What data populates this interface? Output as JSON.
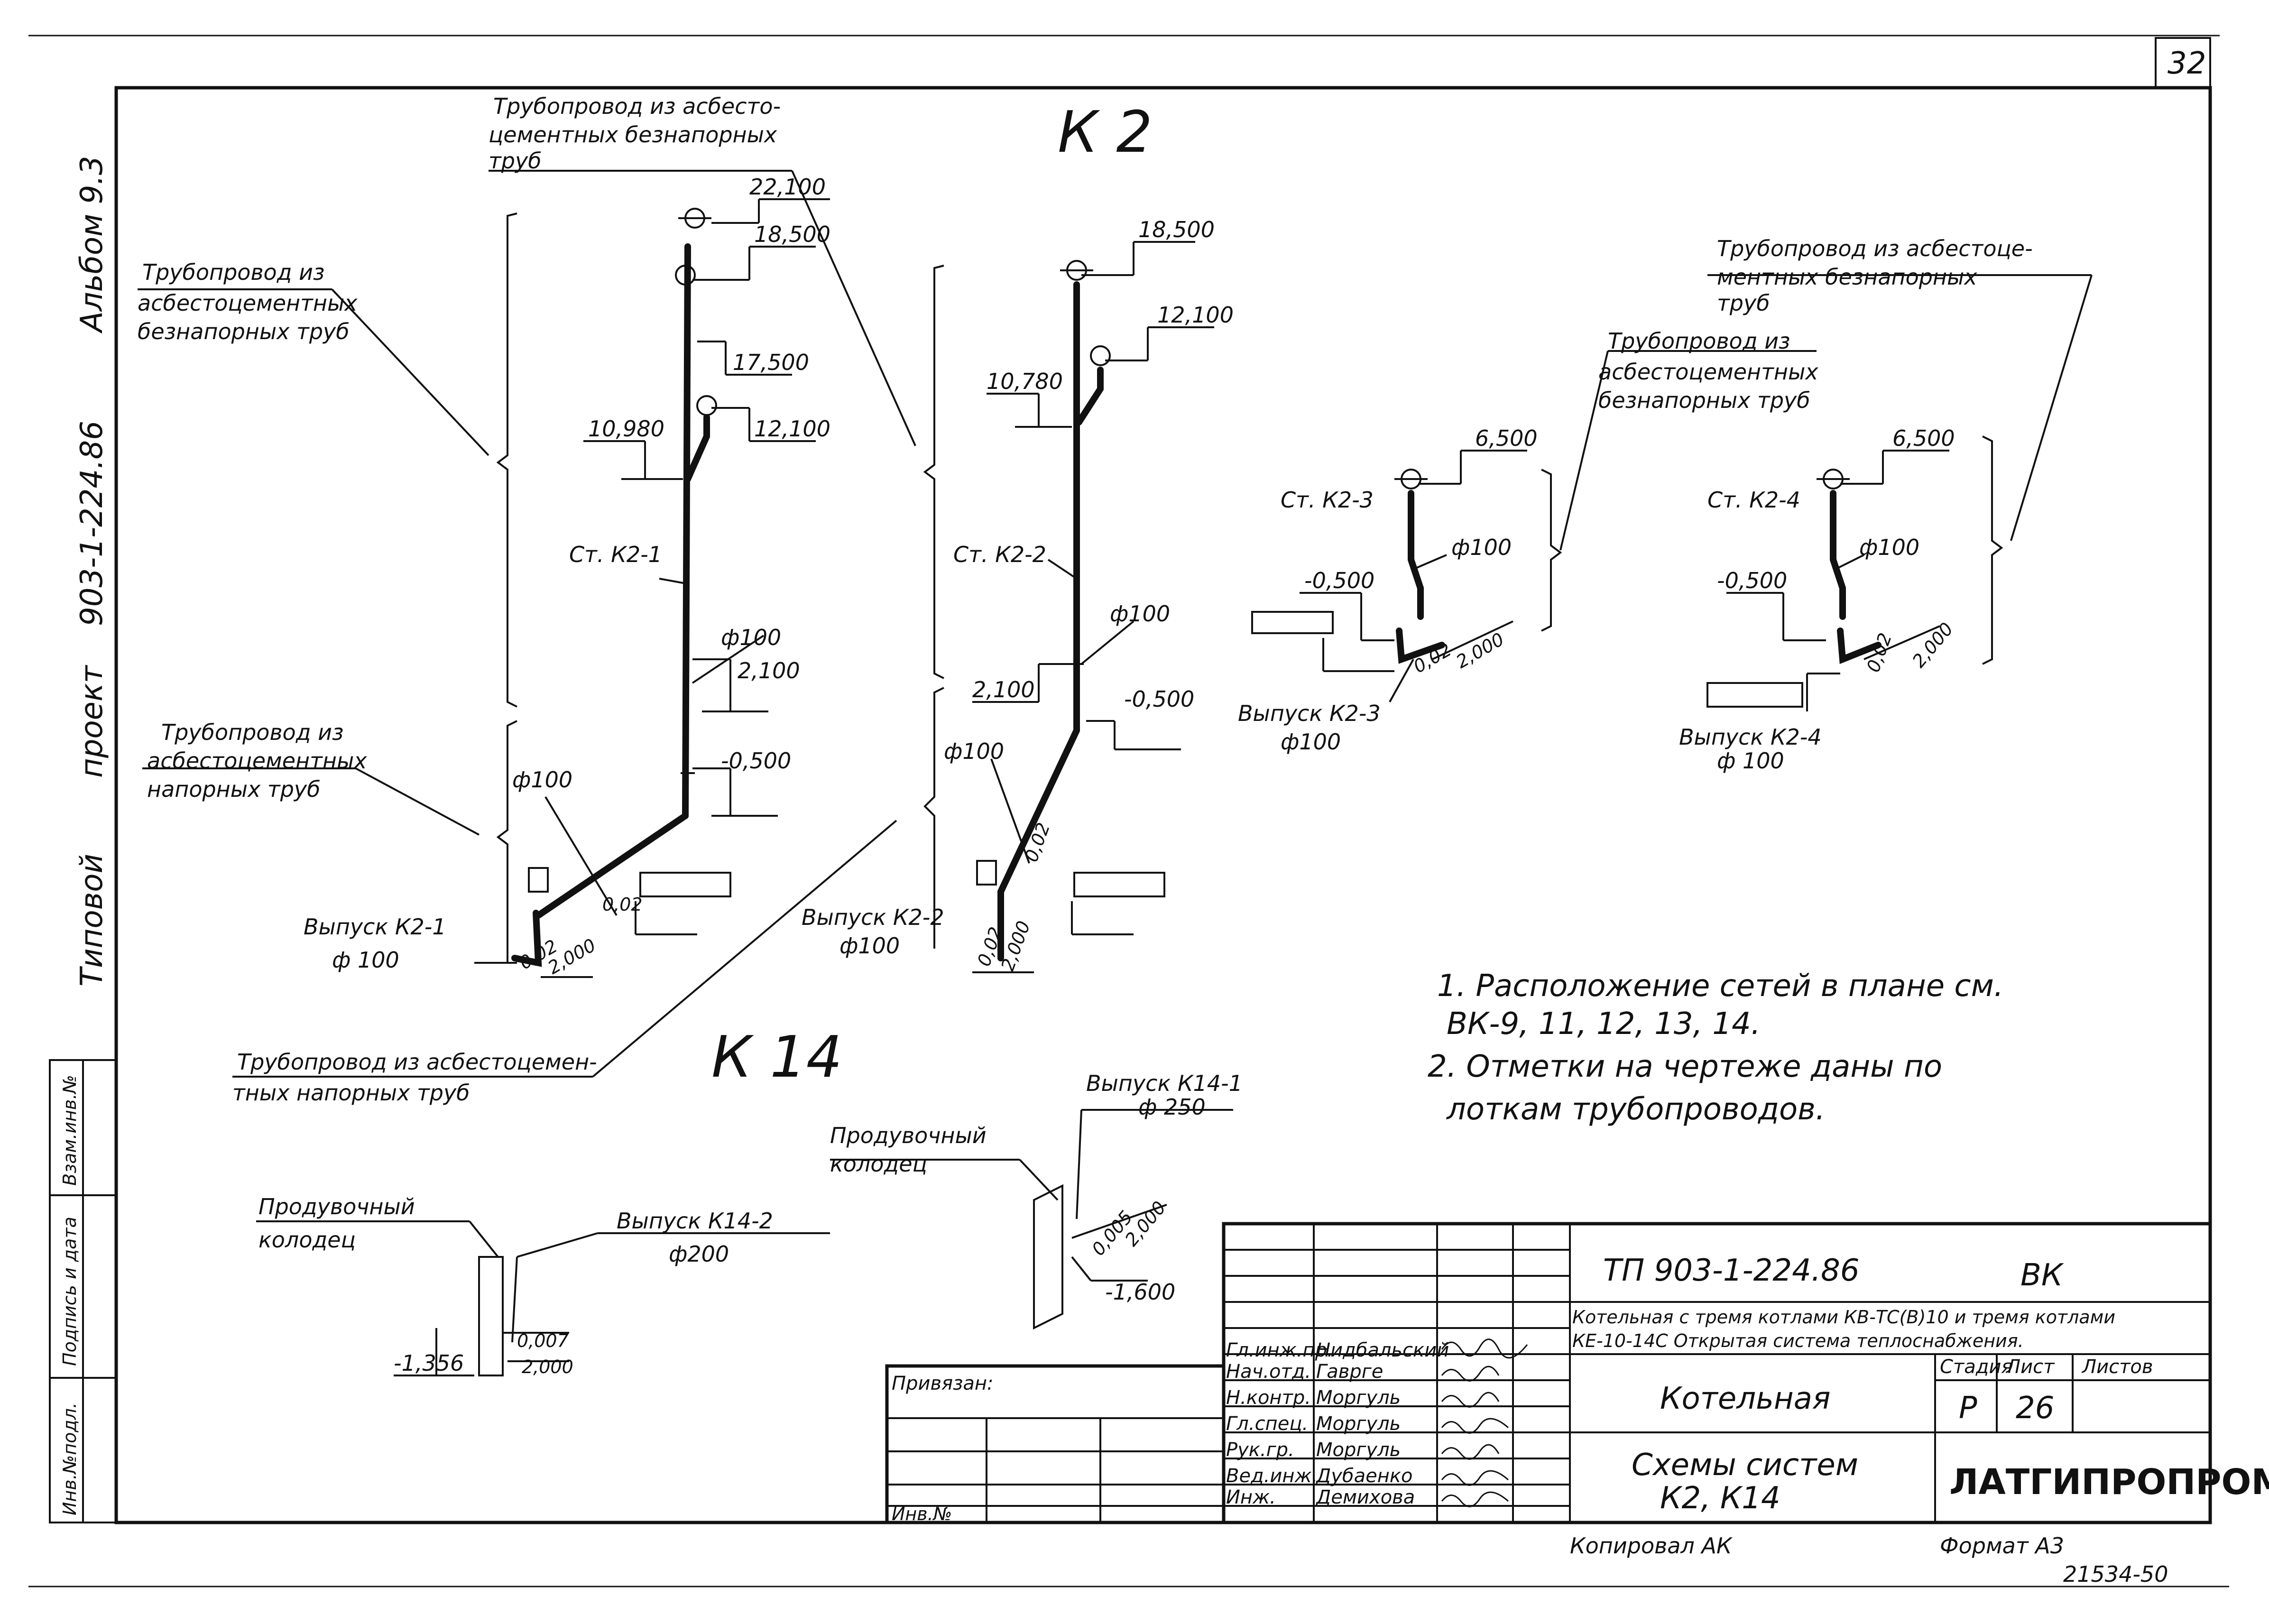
{
  "page": {
    "number": "32"
  },
  "side": {
    "series": "Типовой",
    "project_word": "проект",
    "project_no": "903-1-224.86",
    "album": "Альбом 9.3",
    "boxes": [
      "Взам.инв.№",
      "Подпись и дата",
      "Инв.№подл."
    ]
  },
  "titles": {
    "k2": "К 2",
    "k14": "К 14"
  },
  "labels": {
    "pipe_asbestos_free_top": [
      "Трубопровод из асбесто-",
      "цементных безнапорных",
      "труб"
    ],
    "pipe_asbestos_free_left": [
      "Трубопровод из",
      "асбестоцементных",
      "безнапорных труб"
    ],
    "pipe_asbestos_pressure_left": [
      "Трубопровод из",
      "асбестоцементных",
      "напорных труб"
    ],
    "pipe_asbestos_free_right": [
      "Трубопровод из асбестоце-",
      "ментных безнапорных",
      "труб"
    ],
    "pipe_asbestos_free_mid": [
      "Трубопровод из",
      "асбестоцементных",
      "безнапорных труб"
    ],
    "pipe_asbestos_pressure_k14": [
      "Трубопровод из асбестоцемен-",
      "тных напорных труб"
    ],
    "purge_well_1": [
      "Продувочный",
      "колодец"
    ],
    "purge_well_2": [
      "Продувочный",
      "колодец"
    ]
  },
  "risers": {
    "k2_1": {
      "name": "Ст. К2-1",
      "dia": "ф100",
      "dia2": "ф100",
      "outlet": "Выпуск К2-1",
      "outlet_dia": "ф 100",
      "marks": [
        "22,100",
        "18,500",
        "17,500",
        "12,100",
        "10,980",
        "2,100",
        "-0,500"
      ],
      "slope": "0,02",
      "slope2": "0,02",
      "len": "2,000"
    },
    "k2_2": {
      "name": "Ст. К2-2",
      "dia": "ф100",
      "dia2": "ф100",
      "outlet": "Выпуск К2-2",
      "outlet_dia": "ф100",
      "marks": [
        "18,500",
        "12,100",
        "10,780",
        "2,100",
        "-0,500"
      ],
      "slope": "0,02",
      "slope2": "0,02",
      "len": "2,000"
    },
    "k2_3": {
      "name": "Ст. К2-3",
      "dia": "ф100",
      "outlet": "Выпуск К2-3",
      "outlet_dia": "ф100",
      "marks": [
        "6,500",
        "-0,500"
      ],
      "slope": "0,02",
      "len": "2,000"
    },
    "k2_4": {
      "name": "Ст. К2-4",
      "dia": "ф100",
      "outlet": "Выпуск К2-4",
      "outlet_dia": "ф 100",
      "marks": [
        "6,500",
        "-0,500"
      ],
      "slope": "0,02",
      "len": "2,000"
    },
    "k14_1": {
      "outlet": "Выпуск К14-1",
      "outlet_dia": "ф 250",
      "slope": "0,005",
      "len": "2,000",
      "mark": "-1,600"
    },
    "k14_2": {
      "outlet": "Выпуск К14-2",
      "outlet_dia": "ф200",
      "slope": "0,007",
      "len": "2,000",
      "mark": "-1,356"
    }
  },
  "notes": [
    "1. Расположение сетей в плане см.",
    "ВК-9, 11, 12, 13, 14.",
    "2. Отметки на чертеже даны по",
    "лоткам трубопроводов."
  ],
  "stamp": {
    "code": "ТП 903-1-224.86",
    "mark": "ВК",
    "desc1": "Котельная с тремя котлами КВ-ТС(В)10 и тремя котлами",
    "desc2": "КЕ-10-14С Открытая система теплоснабжения.",
    "building": "Котельная",
    "sheet_title1": "Схемы систем",
    "sheet_title2": "К2, К14",
    "org": "ЛАТГИПРОПРОМ",
    "stage_h": "Стадия",
    "sheet_h": "Лист",
    "sheets_h": "Листов",
    "stage": "Р",
    "sheet_no": "26",
    "roles": [
      "Гл.инж.пр.",
      "Нач.отд.",
      "Н.контр.",
      "Гл.спец.",
      "Рук.гр.",
      "Вед.инж.",
      "Инж."
    ],
    "names": [
      "Нидбальский",
      "Гаврге",
      "Моргуль",
      "Моргуль",
      "Моргуль",
      "Дубаенко",
      "Демихова"
    ],
    "privyazan": "Привязан:",
    "inv": "Инв.№",
    "copied": "Копировал АК",
    "format": "Формат А3",
    "footnum": "21534-50"
  }
}
